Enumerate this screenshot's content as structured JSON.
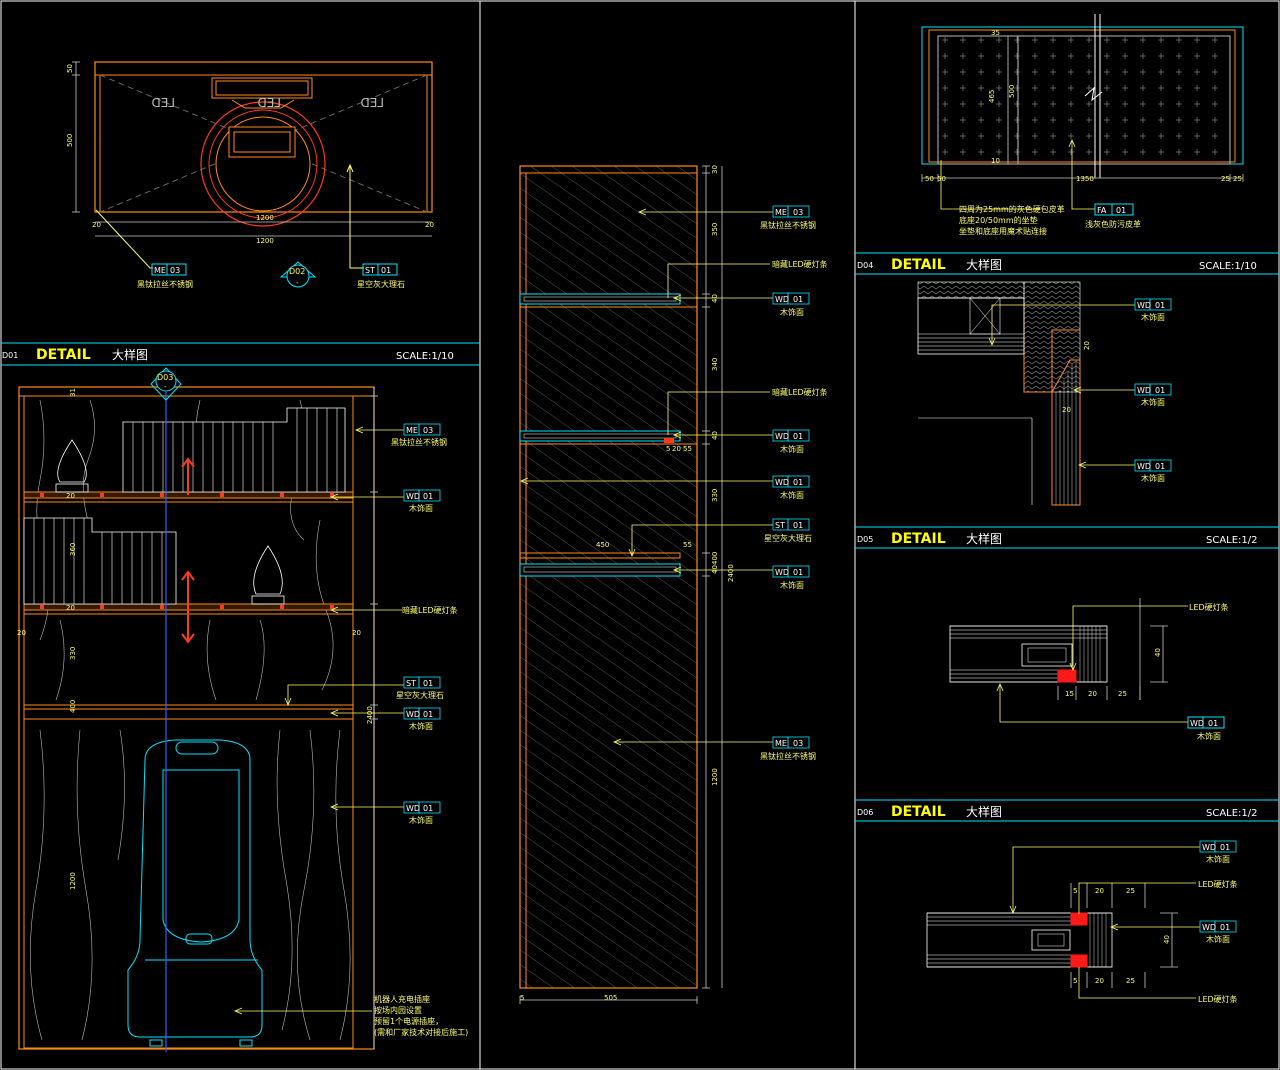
{
  "colors": {
    "frame": "#ffffff",
    "orange": "#ff8c1a",
    "red": "#ff3b1a",
    "yellow": "#ffff66",
    "cyan": "#00e5ff",
    "blue": "#3060ff",
    "dim": "#c8c8c8"
  },
  "headers": {
    "d01": {
      "no": "D01",
      "title": "DETAIL",
      "cn": "大样图",
      "scale": "SCALE:1/10"
    },
    "d04": {
      "no": "D04",
      "title": "DETAIL",
      "cn": "大样图",
      "scale": "SCALE:1/10"
    },
    "d05": {
      "no": "D05",
      "title": "DETAIL",
      "cn": "大样图",
      "scale": "SCALE:1/2"
    },
    "d06": {
      "no": "D06",
      "title": "DETAIL",
      "cn": "大样图",
      "scale": "SCALE:1/2"
    }
  },
  "codes": {
    "me": "ME",
    "wd": "WD",
    "st": "ST",
    "fa": "FA",
    "n1": "01",
    "n3": "03"
  },
  "materials": {
    "me03": "黑钛拉丝不锈钢",
    "wd01": "木饰面",
    "st01": "星空灰大理石",
    "led_hidden": "暗藏LED硬灯条",
    "led": "LED硬灯条",
    "fa01": "浅灰色防污皮革",
    "fa_note1": "四周为25mm的灰色硬包皮革",
    "fa_note2": "底座20/50mm的坐垫",
    "fa_note3": "坐垫和底座用魔术贴连接"
  },
  "marks": {
    "d02": "D02",
    "d03": "D03",
    "dash": "-",
    "led_text": "LED"
  },
  "robot_note": [
    "机器人充电插座",
    "按场内园设置",
    "预留1个电源插座，",
    "(需和厂家技术对接后施工)"
  ],
  "dims": {
    "top": {
      "h50": "50",
      "h500": "500",
      "w1200a": "1200",
      "w1200b": "1200",
      "s20a": "20",
      "s20b": "20"
    },
    "d01": {
      "h31": "31",
      "h360": "360",
      "h330": "330",
      "h400": "400",
      "h1200": "1200",
      "h2400": "2400",
      "s20a": "20",
      "s20b": "20",
      "s20c": "20",
      "s20d": "20"
    },
    "mid": {
      "h30": "30",
      "h350": "350",
      "h40a": "40",
      "h340": "340",
      "h40b": "40",
      "h330": "330",
      "h400": "400",
      "h40c": "40",
      "h1200": "1200",
      "h2400": "2400",
      "w450": "450",
      "w55a": "55",
      "w55b": "55",
      "w5": "5",
      "w20": "20",
      "w505": "505",
      "w5b": "5"
    },
    "topright": {
      "w50a": "50",
      "w50b": "50",
      "w1350": "1350",
      "w25a": "25",
      "w25b": "25",
      "h465": "465",
      "h500": "500",
      "h35": "35",
      "h10": "10"
    },
    "d04": {
      "w20a": "20",
      "w20b": "20"
    },
    "d05": {
      "w15": "15",
      "w20": "20",
      "w25": "25",
      "h40": "40"
    },
    "d06": {
      "w5a": "5",
      "w20a": "20",
      "w25a": "25",
      "w5b": "5",
      "w20b": "20",
      "w25b": "25",
      "h40": "40"
    }
  }
}
